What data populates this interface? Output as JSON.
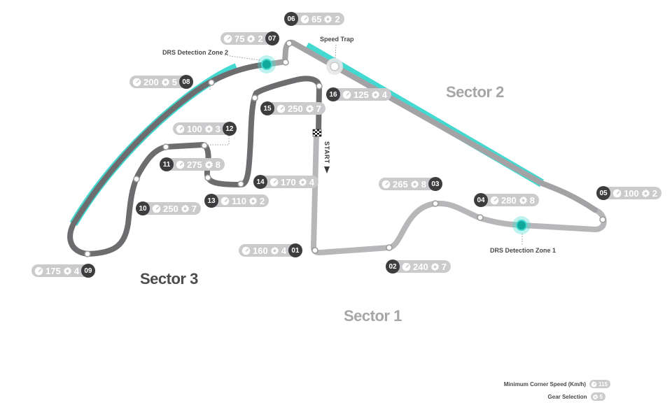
{
  "sectors": {
    "sector1": "Sector 1",
    "sector2": "Sector 2",
    "sector3": "Sector 3"
  },
  "annotations": {
    "drs_detection_1": "DRS Detection Zone 1",
    "drs_detection_2": "DRS Detection Zone 2",
    "speed_trap": "Speed Trap",
    "start": "START"
  },
  "corners": [
    {
      "number": "01",
      "speed": "160",
      "gear": "4"
    },
    {
      "number": "02",
      "speed": "240",
      "gear": "7"
    },
    {
      "number": "03",
      "speed": "265",
      "gear": "8"
    },
    {
      "number": "04",
      "speed": "280",
      "gear": "8"
    },
    {
      "number": "05",
      "speed": "100",
      "gear": "2"
    },
    {
      "number": "06",
      "speed": "65",
      "gear": "2"
    },
    {
      "number": "07",
      "speed": "75",
      "gear": "2"
    },
    {
      "number": "08",
      "speed": "200",
      "gear": "5"
    },
    {
      "number": "09",
      "speed": "175",
      "gear": "4"
    },
    {
      "number": "10",
      "speed": "250",
      "gear": "7"
    },
    {
      "number": "11",
      "speed": "275",
      "gear": "8"
    },
    {
      "number": "12",
      "speed": "100",
      "gear": "3"
    },
    {
      "number": "13",
      "speed": "110",
      "gear": "2"
    },
    {
      "number": "14",
      "speed": "170",
      "gear": "4"
    },
    {
      "number": "15",
      "speed": "250",
      "gear": "7"
    },
    {
      "number": "16",
      "speed": "125",
      "gear": "4"
    }
  ],
  "legend": {
    "min_speed_label": "Minimum Corner Speed (Km/h)",
    "min_speed_example": "115",
    "gear_label": "Gear Selection",
    "gear_example": "5"
  },
  "colors": {
    "sector1_track": "#b7b7b9",
    "sector2_track": "#a3a3a5",
    "sector3_track": "#6d6d6f",
    "drs_zone": "#43d9d0",
    "detection_point": "#0fa89a",
    "pill_bg": "#cbcbcd",
    "number_bg": "#3d3d3f"
  }
}
